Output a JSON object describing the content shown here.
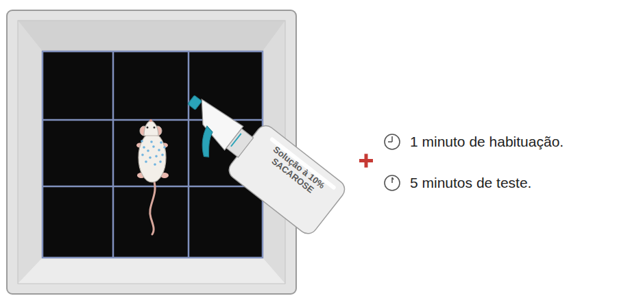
{
  "diagram": {
    "labels": [
      "Solução à 10% SACAROSE",
      "1 minuto de habituação.",
      "5 minutos de teste."
    ]
  }
}
